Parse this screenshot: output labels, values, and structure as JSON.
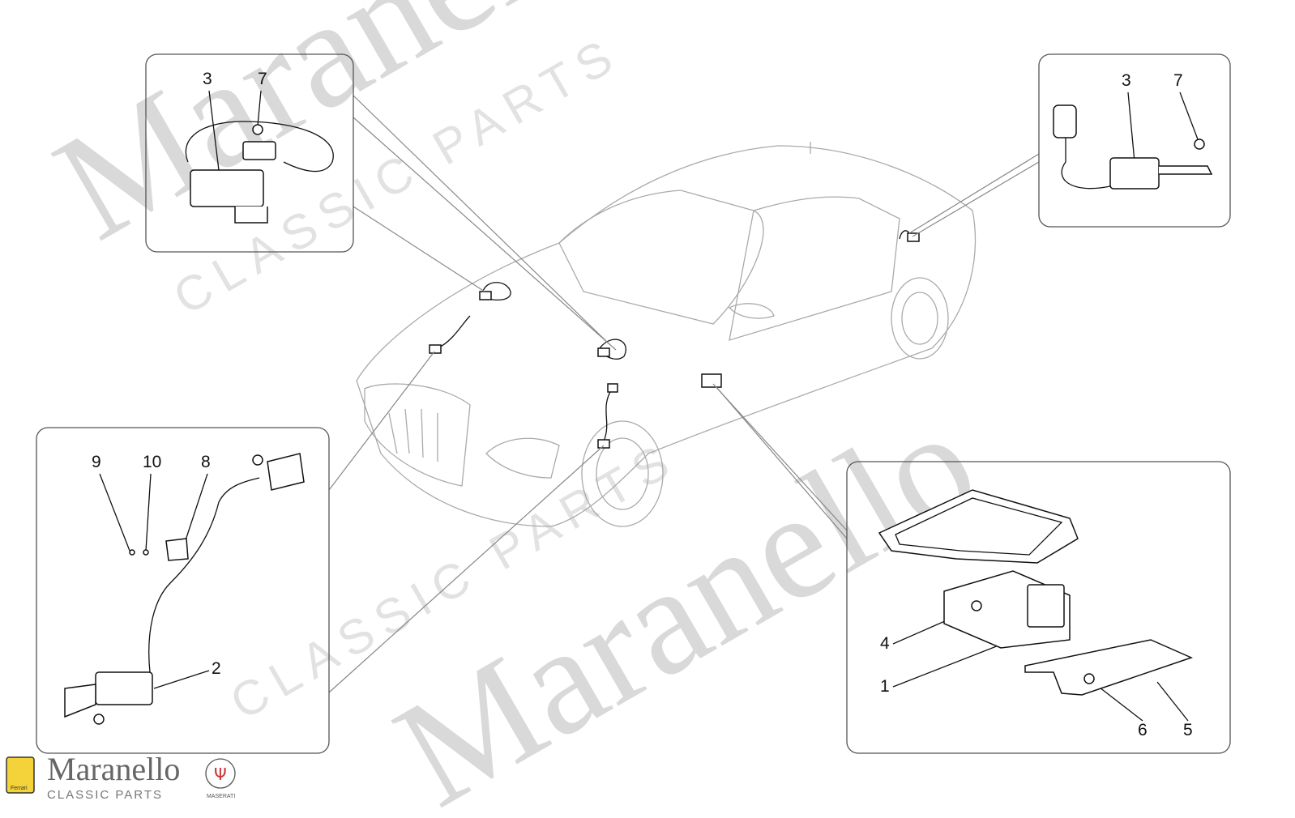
{
  "watermark": {
    "brand": "Maranello",
    "sub": "CLASSIC PARTS"
  },
  "footer_logo": {
    "brand": "Maranello",
    "sub": "CLASSIC PARTS",
    "shield_label": "Ferrari",
    "badge_label": "MASERATI"
  },
  "callouts": {
    "top_left": [
      "3",
      "7"
    ],
    "top_right": [
      "3",
      "7"
    ],
    "bottom_left": [
      "9",
      "10",
      "8",
      "2"
    ],
    "bottom_right": [
      "4",
      "1",
      "6",
      "5"
    ]
  },
  "colors": {
    "line": "#111111",
    "leader": "#888888",
    "watermark": "#d9d9d9",
    "car": "#aaaaaa"
  }
}
